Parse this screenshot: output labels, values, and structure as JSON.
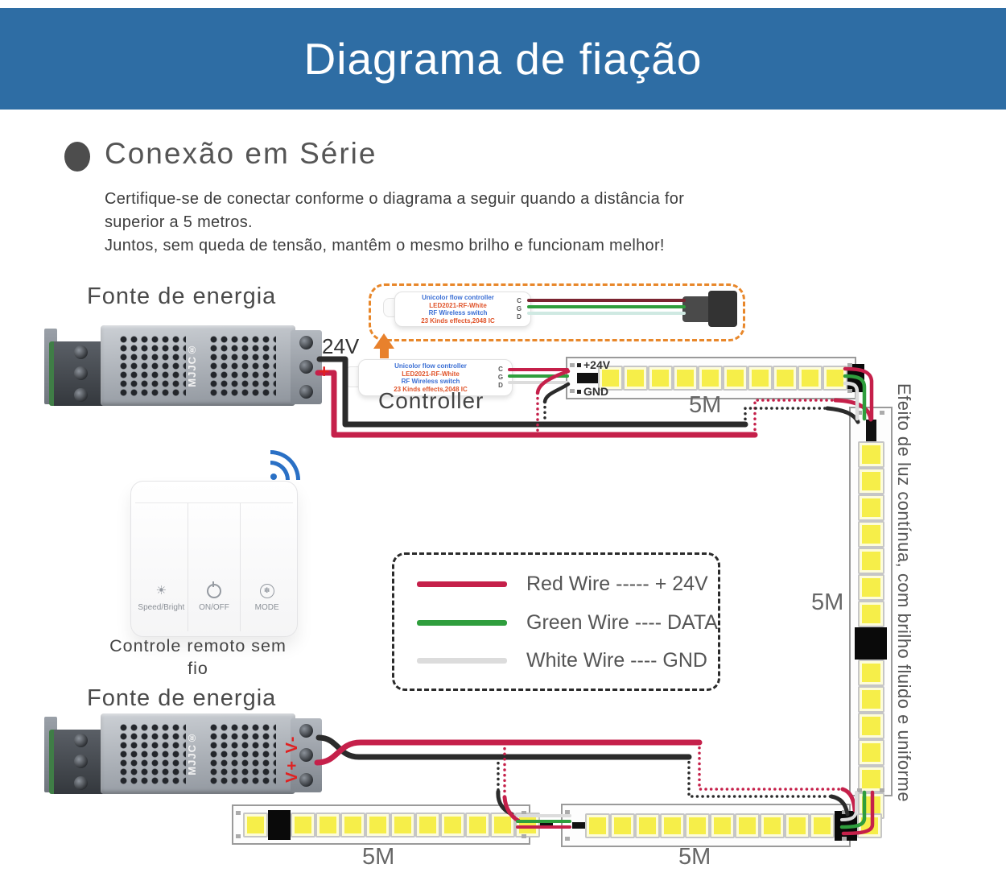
{
  "banner": {
    "title": "Diagrama de fiação",
    "bg": "#2e6da4"
  },
  "section": {
    "heading": "Conexão em Série",
    "intro_line1": "Certifique-se de conectar conforme o diagrama a seguir quando a distância for",
    "intro_line2": "superior a 5 metros.",
    "intro_line3": "Juntos, sem queda de tensão, mantêm o mesmo brilho e funcionam melhor!"
  },
  "power_supply": {
    "label_top": "Fonte de energia",
    "label_bottom": "Fonte de energia",
    "brand": "MJJC®",
    "psu1_voltage": "24V",
    "psu1_plus": "+",
    "psu2_marking": "V+ V-"
  },
  "controller": {
    "label": "Controller",
    "line1": "Unicolor flow controller",
    "line2": "LED2021-RF-White",
    "line3": "RF Wireless switch",
    "line4": "23 Kinds effects,2048 IC",
    "pins": [
      "C",
      "G",
      "D"
    ]
  },
  "remote": {
    "caption_line1": "Controle remoto sem",
    "caption_line2": "fio",
    "buttons": [
      {
        "icon": "sun-icon",
        "label": "Speed/Bright"
      },
      {
        "icon": "power-icon",
        "label": "ON/OFF"
      },
      {
        "icon": "mode-icon",
        "label": "MODE"
      }
    ]
  },
  "legend": {
    "rows": [
      {
        "wire": "red",
        "color": "#c5204a",
        "label": "Red Wire ----- + 24V"
      },
      {
        "wire": "green",
        "color": "#2f9e3d",
        "label": "Green Wire ---- DATA"
      },
      {
        "wire": "white",
        "color": "#dcdcdc",
        "label": "White Wire ---- GND"
      }
    ]
  },
  "strips": {
    "top": {
      "label": "5M",
      "power_label": "+24V",
      "gnd_label": "GND",
      "cells": [
        "ic_small",
        "led",
        "led",
        "led",
        "led",
        "led",
        "led",
        "led",
        "led",
        "led",
        "led",
        "ic_big"
      ]
    },
    "vertical": {
      "label": "5M",
      "cells": [
        "ic_vert",
        "led",
        "led",
        "led",
        "led",
        "led",
        "led",
        "led",
        "ic_big",
        "led",
        "led",
        "led",
        "led",
        "led",
        "led"
      ]
    },
    "bottom_left": {
      "label": "5M",
      "cells": [
        "led",
        "ic_big",
        "led",
        "led",
        "led",
        "led",
        "led",
        "led",
        "led",
        "led",
        "led",
        "led",
        "dash"
      ]
    },
    "bottom_right": {
      "label": "5M",
      "cells": [
        "dash",
        "led",
        "led",
        "led",
        "led",
        "led",
        "led",
        "led",
        "led",
        "led",
        "led",
        "ic_big",
        "led"
      ]
    }
  },
  "side_note": "Efeito de luz contínua, com brilho fluido e uniforme",
  "colors": {
    "banner_blue": "#2e6da4",
    "wire_red": "#c5204a",
    "wire_green": "#2f9e3d",
    "wire_black": "#2b2b2b",
    "wire_white": "#dcdcdc",
    "highlight_orange": "#e8872a",
    "led_yellow": "#f6ee49"
  }
}
